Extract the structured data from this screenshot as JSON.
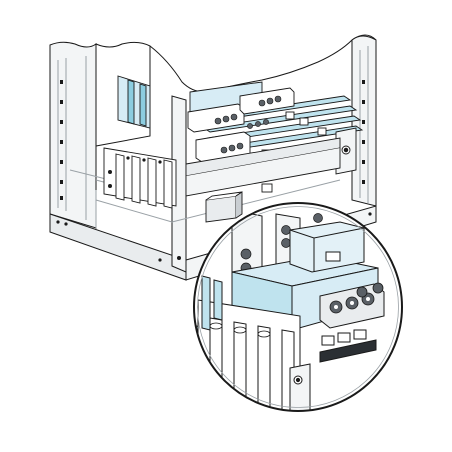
{
  "figure": {
    "subject": "switchboard-cabinet-busbar-connection",
    "colors": {
      "outline": "#1a1a1a",
      "paper": "#ffffff",
      "light_grey": "#e9ecee",
      "mid_grey": "#c9ced2",
      "dark_grey": "#5a6066",
      "busbar_blue": "#bfe3ee",
      "busbar_blue_dark": "#8ccde0",
      "panel_blue": "#d7ecf5",
      "magnifier_ring": "#1a1a1a"
    },
    "icons": [
      "cabinet-frame",
      "busbar",
      "connector-block",
      "bolt",
      "magnifier-circle",
      "mounting-bracket"
    ]
  }
}
